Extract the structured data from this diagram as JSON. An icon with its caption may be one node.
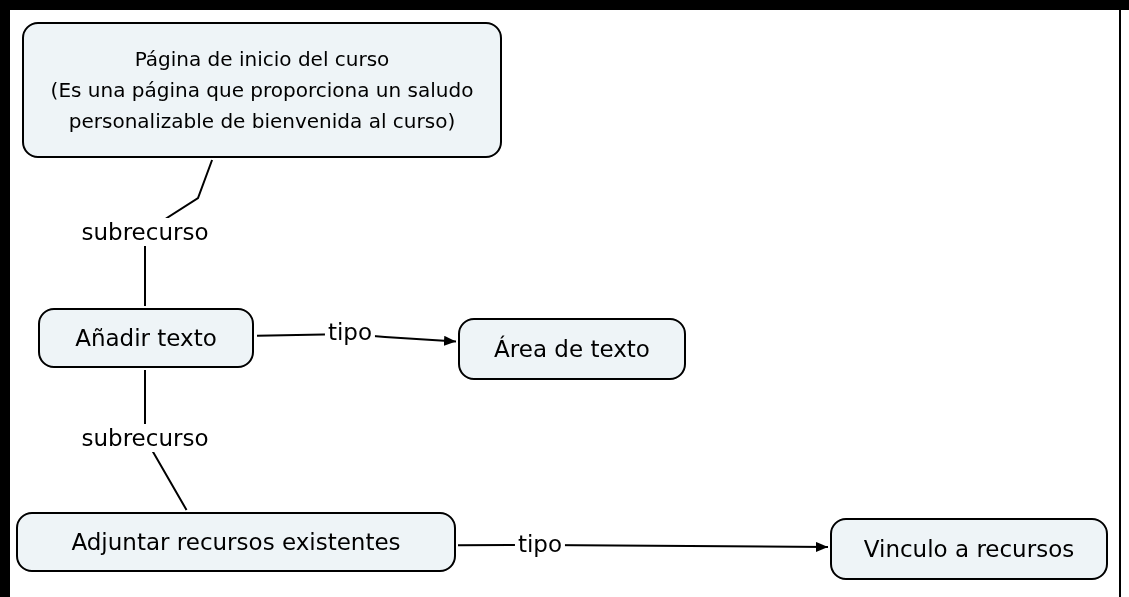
{
  "diagram": {
    "nodes": [
      {
        "text": [
          "Página de inicio del curso",
          "(Es una página que proporciona un saludo personalizable de bienvenida al curso)"
        ]
      },
      {
        "text": [
          "Añadir texto"
        ]
      },
      {
        "text": [
          "Área de texto"
        ]
      },
      {
        "text": [
          "Adjuntar recursos existentes"
        ]
      },
      {
        "text": [
          "Vinculo a recursos"
        ]
      }
    ],
    "edges": [
      {
        "from": 0,
        "to": 1,
        "arrow": "none",
        "label": "subrecurso"
      },
      {
        "from": 1,
        "to": 2,
        "arrow": "to",
        "label": "tipo"
      },
      {
        "from": 1,
        "to": 3,
        "arrow": "none",
        "label": "subrecurso"
      },
      {
        "from": 3,
        "to": 4,
        "arrow": "to",
        "label": "tipo"
      }
    ]
  }
}
